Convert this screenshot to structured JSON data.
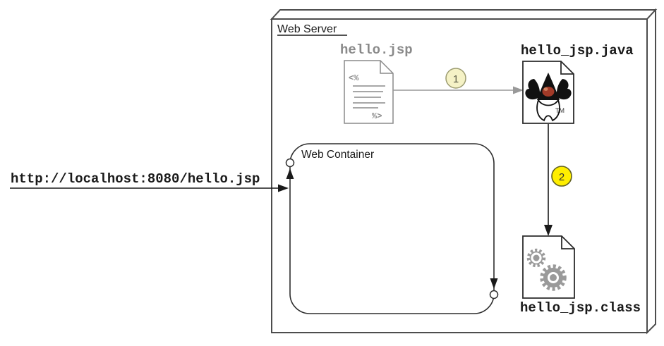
{
  "web_server": {
    "label": "Web Server"
  },
  "web_container": {
    "label": "Web Container"
  },
  "request": {
    "url": "http://localhost:8080/hello.jsp"
  },
  "files": {
    "jsp": {
      "label": "hello.jsp",
      "code_open": "<%",
      "code_close": "%>"
    },
    "java": {
      "label": "hello_jsp.java",
      "trademark": "TM"
    },
    "class": {
      "label": "hello_jsp.class"
    }
  },
  "steps": [
    {
      "number": "1"
    },
    {
      "number": "2"
    }
  ],
  "colors": {
    "step1_fill": "#f5f2c6",
    "step1_stroke": "#9b9b70",
    "step1_text": "#5a5a46",
    "step2_fill": "#ffee00",
    "step2_stroke": "#606020",
    "step2_text": "#333333",
    "jsp_gray": "#8a8a8a",
    "arrow_gray": "#999999",
    "gear_gray": "#9a9a9a",
    "duke_red": "#a23a28",
    "ink": "#1a1a1a",
    "box_stroke": "#4d4d4d"
  }
}
